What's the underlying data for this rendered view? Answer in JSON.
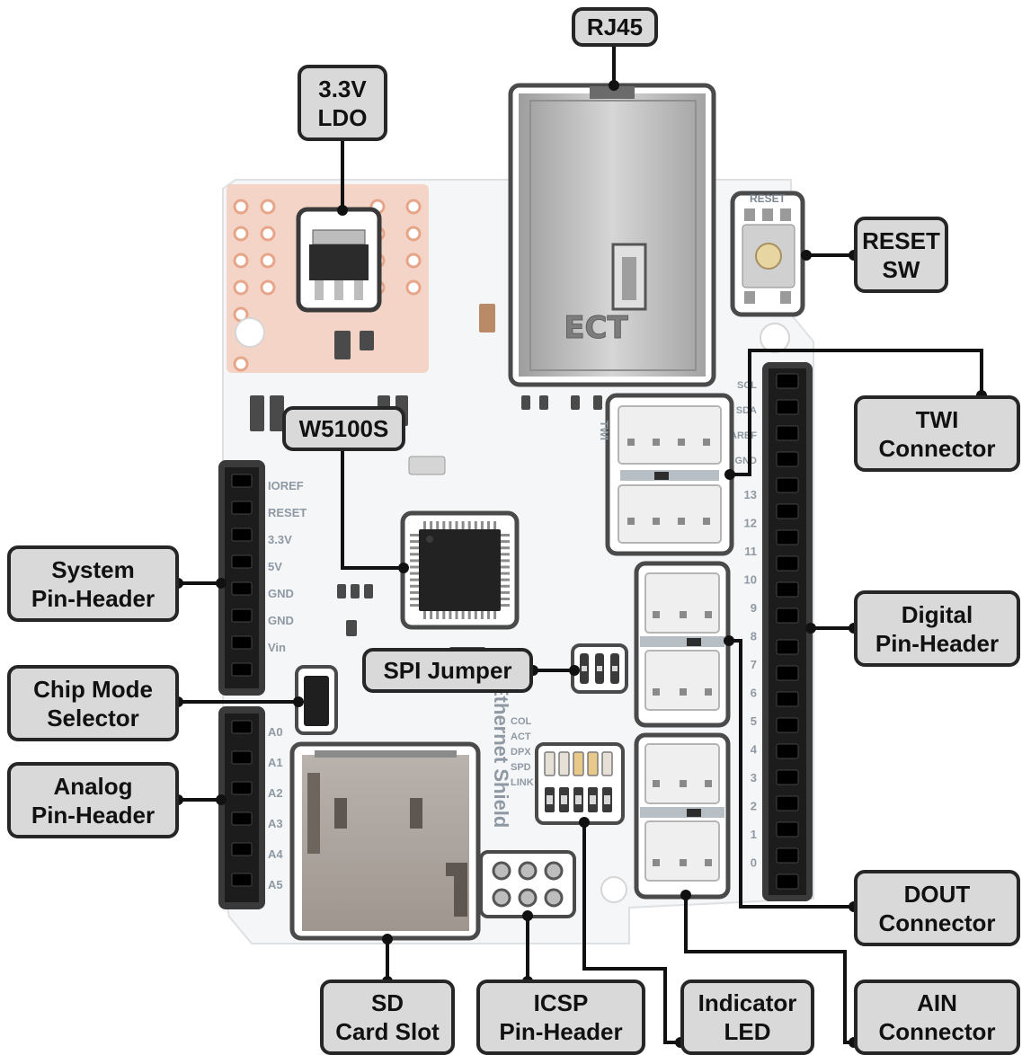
{
  "board": {
    "silkscreen": {
      "system_pins": [
        "IOREF",
        "RESET",
        "3.3V",
        "5V",
        "GND",
        "GND",
        "Vin"
      ],
      "analog_pins": [
        "A0",
        "A1",
        "A2",
        "A3",
        "A4",
        "A5"
      ],
      "digital_pins": [
        "13",
        "12",
        "11",
        "10",
        "9",
        "8",
        "7",
        "6",
        "5",
        "4",
        "3",
        "2",
        "1",
        "0"
      ],
      "top_labels": [
        "SCL",
        "SDA",
        "AREF",
        "GND"
      ],
      "led_labels": [
        "COL",
        "ACT",
        "DPX",
        "SPD",
        "LINK"
      ],
      "reset_text": "RESET",
      "twi_text": "TWI",
      "board_name": "Ethernet Shield",
      "rj45_brand": "ECT"
    },
    "colors": {
      "pcb": "#f4f6f7",
      "copper": "#f2b8a0",
      "header": "#1c1c1c",
      "metal": "#c9c9c9",
      "callout_bg": "#d9d9d9",
      "callout_border": "#262626"
    }
  },
  "callouts": {
    "rj45": [
      "RJ45"
    ],
    "ldo": [
      "3.3V",
      "LDO"
    ],
    "reset_sw": [
      "RESET",
      "SW"
    ],
    "twi": [
      "TWI",
      "Connector"
    ],
    "w5100s": [
      "W5100S"
    ],
    "system_header": [
      "System",
      "Pin-Header"
    ],
    "digital_header": [
      "Digital",
      "Pin-Header"
    ],
    "spi_jumper": [
      "SPI Jumper"
    ],
    "chip_mode": [
      "Chip Mode",
      "Selector"
    ],
    "analog_header": [
      "Analog",
      "Pin-Header"
    ],
    "dout": [
      "DOUT",
      "Connector"
    ],
    "sd_slot": [
      "SD",
      "Card Slot"
    ],
    "icsp": [
      "ICSP",
      "Pin-Header"
    ],
    "indicator_led": [
      "Indicator",
      "LED"
    ],
    "ain": [
      "AIN",
      "Connector"
    ]
  }
}
